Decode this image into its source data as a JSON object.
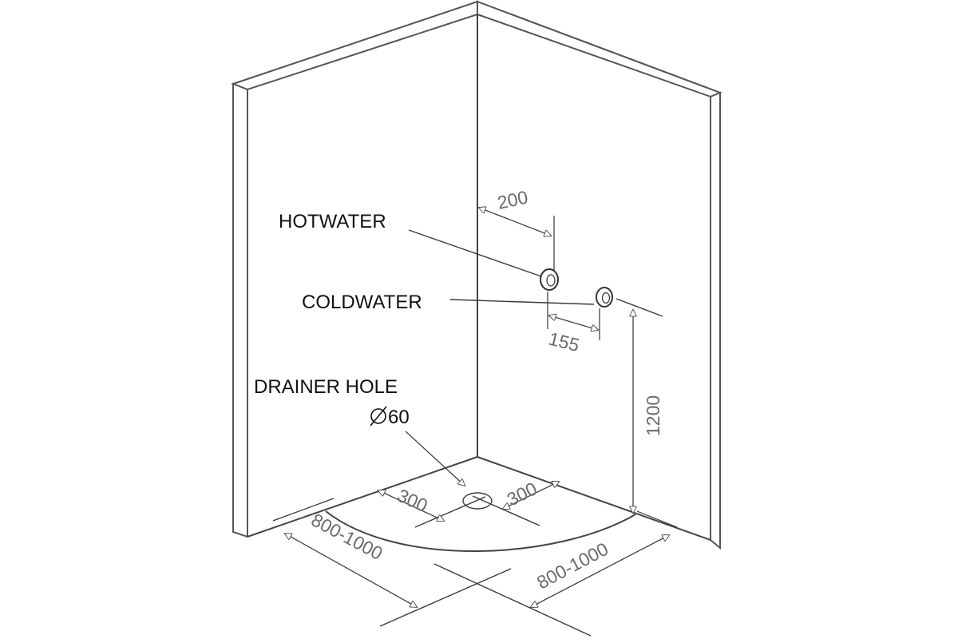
{
  "labels": {
    "hot_water": "HOTWATER",
    "cold_water": "COLDWATER",
    "drainer_hole": "DRAINER HOLE",
    "drainer_diameter": "60"
  },
  "dimensions": {
    "hot_offset": "200",
    "pipe_spacing": "155",
    "pipe_height": "1200",
    "drain_left": "300",
    "drain_right": "300",
    "width_left": "800-1000",
    "width_right": "800-1000"
  },
  "colors": {
    "line": "#444444",
    "dimension_text": "#6a6a6a",
    "label_text": "#111111"
  }
}
